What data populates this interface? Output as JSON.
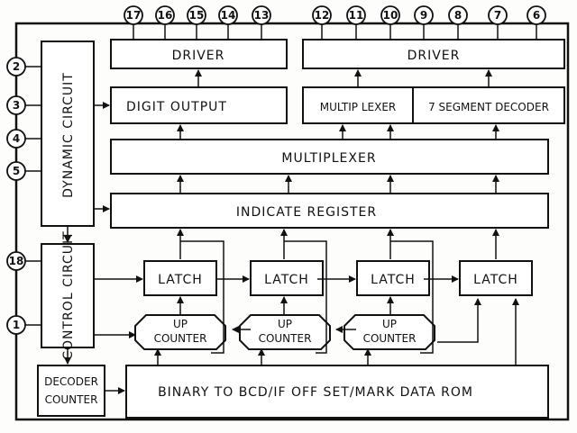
{
  "pins_top_left": [
    "17",
    "16",
    "15",
    "14",
    "13"
  ],
  "pins_top_right": [
    "12",
    "11",
    "10",
    "9",
    "8",
    "7",
    "6"
  ],
  "pins_left": [
    "2",
    "3",
    "4",
    "5",
    "18",
    "1"
  ],
  "blocks": {
    "driver_left": "DRIVER",
    "driver_right": "DRIVER",
    "digit_output": "DIGIT OUTPUT",
    "multiplexer_small": "MULTIP LEXER",
    "seg_decoder": "7 SEGMENT DECODER",
    "multiplexer": "MULTIPLEXER",
    "indicate_register": "INDICATE REGISTER",
    "dynamic_circuit": "DYNAMIC CIRCUIT",
    "control_circuit": "CONTROL CIRCUIT",
    "decoder_counter_1": "DECODER",
    "decoder_counter_2": "COUNTER",
    "rom": "BINARY TO BCD/IF OFF SET/MARK DATA ROM",
    "latch": "LATCH",
    "up": "UP",
    "counter": "COUNTER"
  }
}
